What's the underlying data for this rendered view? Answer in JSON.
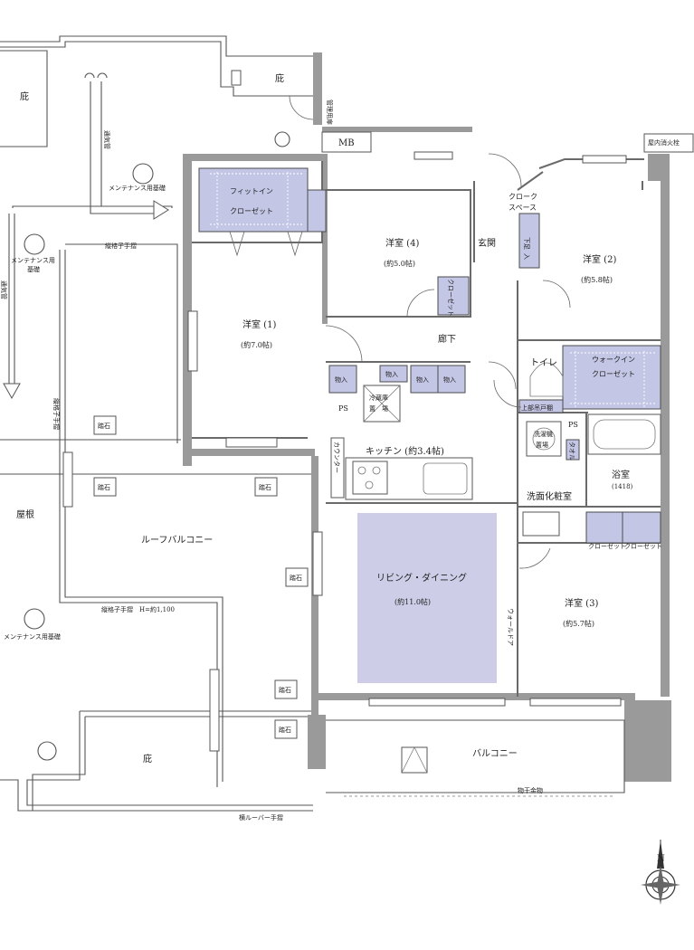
{
  "rooms": {
    "western1": "洋室 (1)",
    "western1_area": "(約7.0帖)",
    "western2": "洋室 (2)",
    "western2_area": "(約5.8帖)",
    "western3": "洋室 (3)",
    "western3_area": "(約5.7帖)",
    "western4": "洋室 (4)",
    "western4_area": "(約5.0帖)",
    "kitchen": "キッチン (約3.4帖)",
    "living": "リビング・ダイニング",
    "living_area": "(約11.0帖)",
    "toilet": "トイレ",
    "washroom": "洗面化粧室",
    "bath": "浴室",
    "bath_size": "(1418)",
    "entrance": "玄関",
    "corridor": "廊下",
    "balcony": "バルコニー",
    "roof_balcony": "ルーフバルコニー",
    "roof": "屋根",
    "eaves": "庇"
  },
  "storage": {
    "fitin_1": "フィットイン",
    "fitin_2": "クローゼット",
    "closet_v": "クローゼット",
    "cloak_1": "クローク",
    "cloak_2": "スペース",
    "shoe_1": "下足",
    "shoe_2": "入",
    "walkin_1": "ウォークイン",
    "walkin_2": "クローゼット",
    "closet": "クローゼット",
    "storage": "物入",
    "top_cabinet": "上部吊戸棚",
    "fridge_1": "冷蔵庫",
    "fridge_2": "置　場",
    "washer_1": "洗濯機",
    "washer_2": "置場",
    "towel": "タオル"
  },
  "labels": {
    "mb": "MB",
    "ps": "PS",
    "hydrant": "屋内消火栓",
    "pipe_space": "管理用扉",
    "vent": "通気管",
    "maint_base": "メンテナンス用基礎",
    "maint_base_a": "メンテナンス用",
    "maint_base_b": "基礎",
    "lattice_rail": "縦格子手摺",
    "lattice_rail_h": "縦格子手摺　H=約1,100",
    "louver_rail": "横ルーバー手摺",
    "step_stone": "踏石",
    "counter": "カウンター",
    "wall_door": "ウォールドア",
    "drying_rack": "物干金物",
    "north": "N"
  }
}
